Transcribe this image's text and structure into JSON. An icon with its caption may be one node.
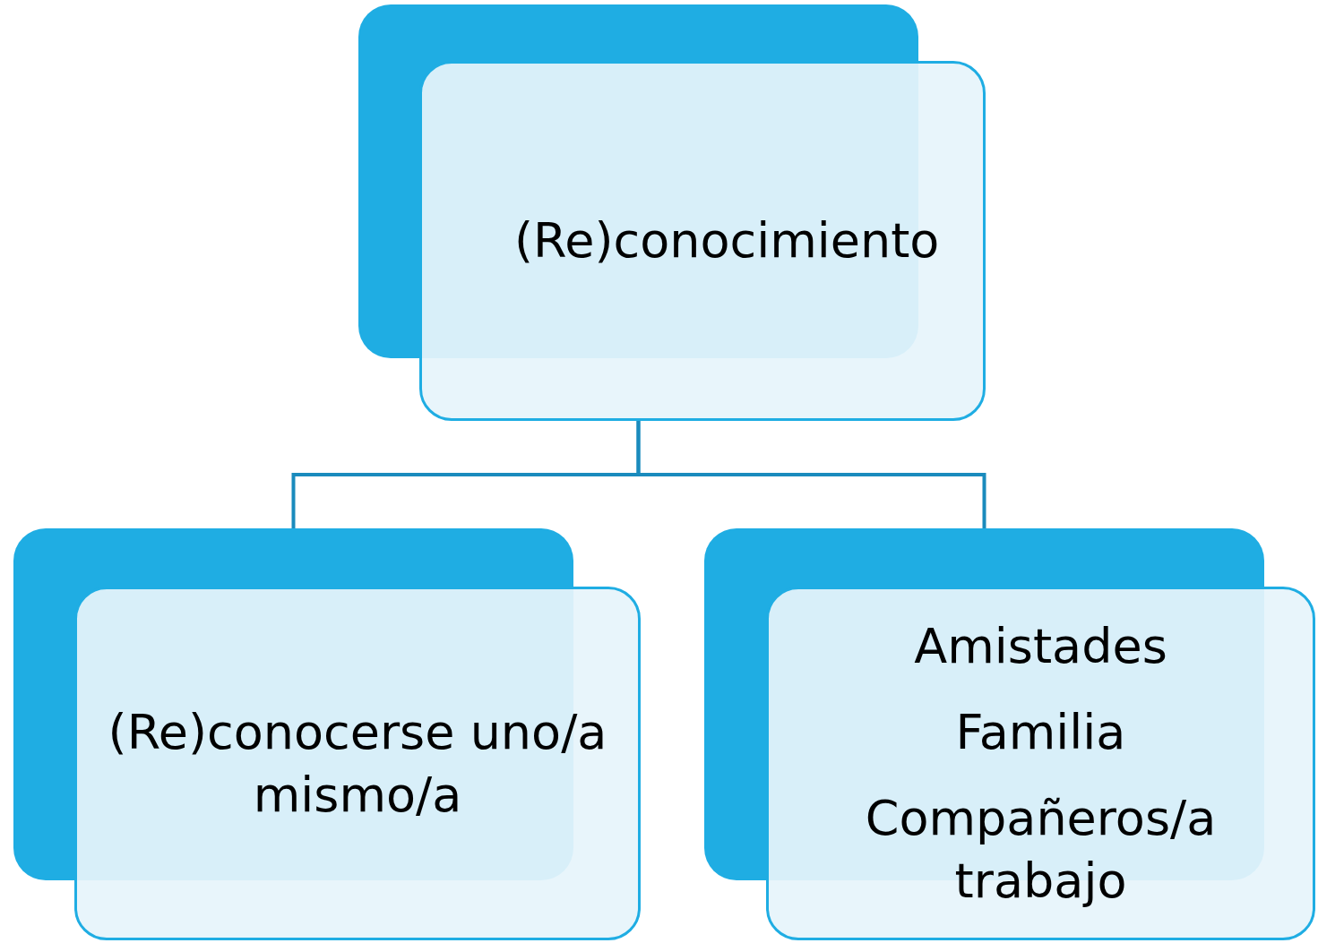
{
  "diagram": {
    "nodes": [
      {
        "text": [
          "(Re)conocimiento"
        ]
      },
      {
        "text": [
          "(Re)conocerse uno/a mismo/a"
        ]
      },
      {
        "text": [
          "Amistades",
          "Familia",
          "Compañeros/a trabajo"
        ]
      }
    ],
    "edges": [
      {
        "from": 0,
        "to": 1,
        "arrow": "none"
      },
      {
        "from": 0,
        "to": 2,
        "arrow": "none"
      }
    ]
  }
}
